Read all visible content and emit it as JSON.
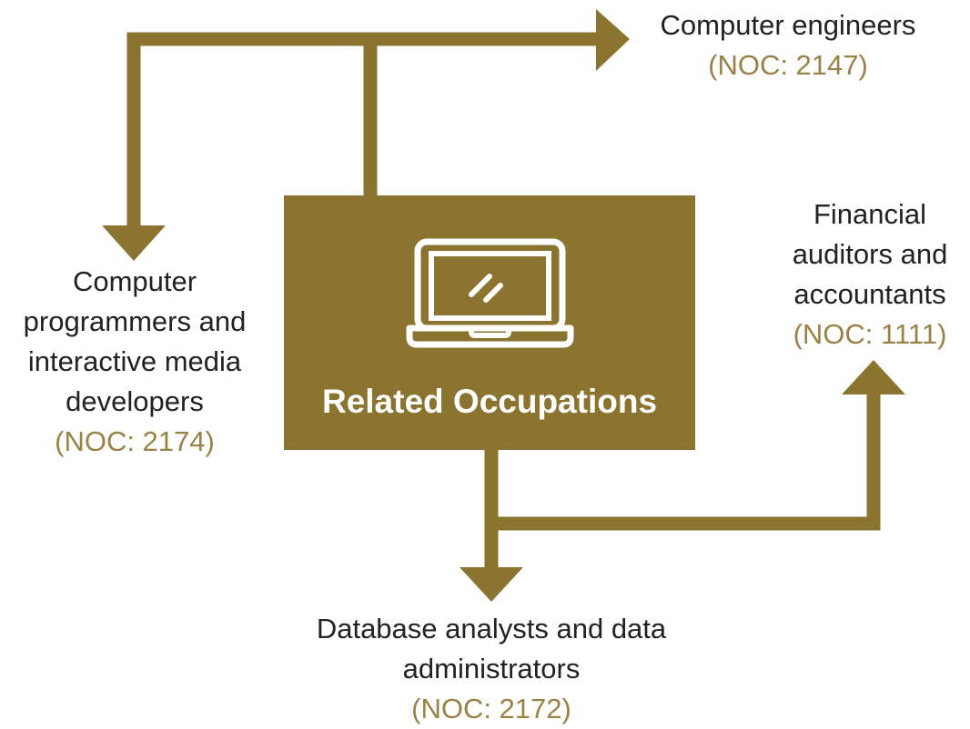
{
  "colors": {
    "accent": "#8B742F",
    "noc_text": "#9A8247",
    "body_text": "#222222"
  },
  "center": {
    "title": "Related Occupations",
    "icon": "laptop-icon"
  },
  "occupations": {
    "computer_engineers": {
      "name_lines": [
        "Computer engineers"
      ],
      "noc": "(NOC: 2147)"
    },
    "programmers": {
      "name_lines": [
        "Computer",
        "programmers and",
        "interactive media",
        "developers"
      ],
      "noc": "(NOC: 2174)"
    },
    "auditors": {
      "name_lines": [
        "Financial",
        "auditors and",
        "accountants"
      ],
      "noc": "(NOC: 1111)"
    },
    "database": {
      "name_lines": [
        "Database analysts and data",
        "administrators"
      ],
      "noc": "(NOC: 2172)"
    }
  }
}
